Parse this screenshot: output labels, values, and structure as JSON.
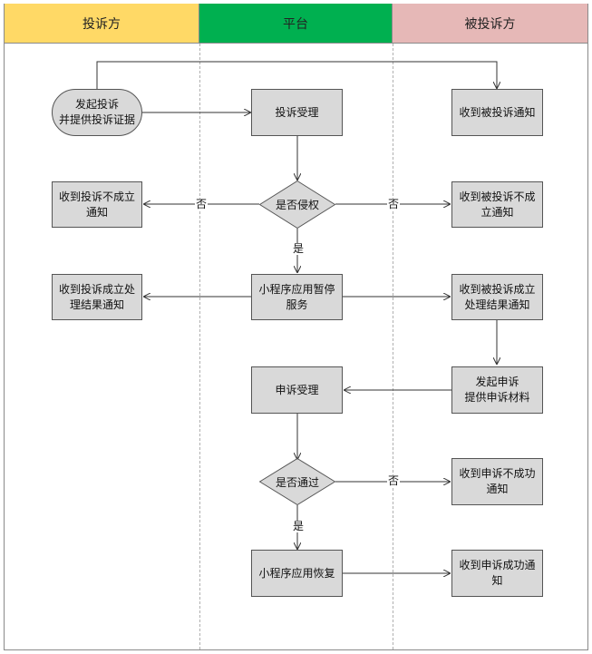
{
  "colors": {
    "lane_complainant": "#FFD966",
    "lane_platform": "#00B050",
    "lane_respondent": "#E6B8B7",
    "node_fill": "#d9d9d9"
  },
  "lanes": {
    "complainant": "投诉方",
    "platform": "平台",
    "respondent": "被投诉方"
  },
  "nodes": {
    "start": "发起投诉\n并提供投诉证据",
    "accept_complaint": "投诉受理",
    "notify_respondent": "收到被投诉通知",
    "decision_infringe": "是否侵权",
    "comp_not_upheld": "收到投诉不成立\n通知",
    "resp_not_upheld": "收到被投诉不成\n立通知",
    "suspend_service": "小程序应用暂停\n服务",
    "comp_upheld_result": "收到投诉成立处\n理结果通知",
    "resp_upheld_result": "收到被投诉成立\n处理结果通知",
    "appeal_accept": "申诉受理",
    "appeal_submit": "发起申诉\n提供申诉材料",
    "decision_pass": "是否通过",
    "appeal_fail_notice": "收到申诉不成功\n通知",
    "restore_app": "小程序应用恢复",
    "appeal_success_notice": "收到申诉成功通\n知"
  },
  "edge_labels": {
    "no_left": "否",
    "no_right": "否",
    "yes_infringe": "是",
    "no_pass": "否",
    "yes_pass": "是"
  }
}
